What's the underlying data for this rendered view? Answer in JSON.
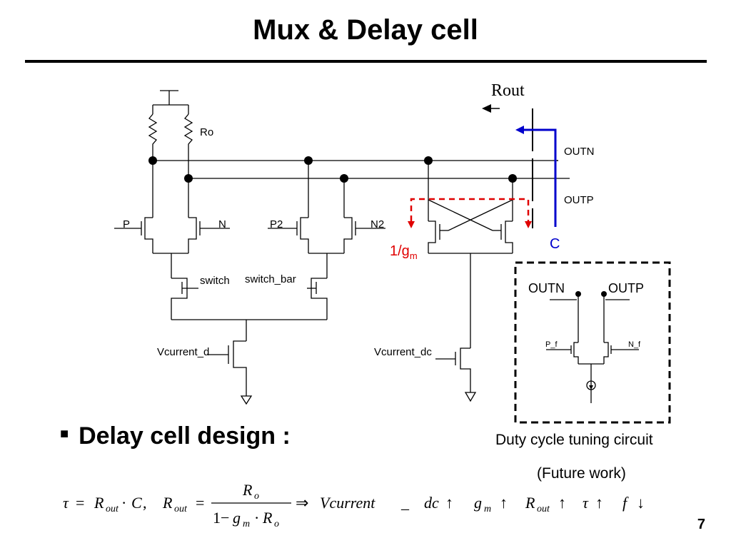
{
  "slide": {
    "title": "Mux & Delay cell",
    "page_number": "7",
    "bullet": "Delay cell design :",
    "caption_line1": "Duty cycle tuning circuit",
    "caption_line2": "(Future work)"
  },
  "schematic": {
    "rout": "Rout",
    "ro": "Ro",
    "outn": "OUTN",
    "outp": "OUTP",
    "p": "P",
    "n": "N",
    "p2": "P2",
    "n2": "N2",
    "switch": "switch",
    "switch_bar": "switch_bar",
    "vcurrent_d": "Vcurrent_d",
    "vcurrent_dc": "Vcurrent_dc",
    "one_over": "1/g",
    "m_sub": "m",
    "c": "C",
    "duty_outn": "OUTN",
    "duty_outp": "OUTP",
    "p_f": "P_f",
    "n_f": "N_f"
  },
  "formula": {
    "tau": "τ",
    "eq": "=",
    "r": "R",
    "out_sub": "out",
    "dot": "·",
    "c": "C",
    "comma": ",",
    "num_r": "R",
    "num_sub": "o",
    "den_one": "1−",
    "den_g": "g",
    "den_m": "m",
    "den_dot": "·",
    "den_r": "R",
    "den_o": "o",
    "implies": "⇒",
    "vcurrent": "Vcurrent",
    "underscore": "_",
    "dc": "dc",
    "up": "↑",
    "g": "g",
    "m_sub": "m",
    "f": "f",
    "down": "↓"
  },
  "colors": {
    "red": "#e00000",
    "blue": "#0000cc"
  }
}
